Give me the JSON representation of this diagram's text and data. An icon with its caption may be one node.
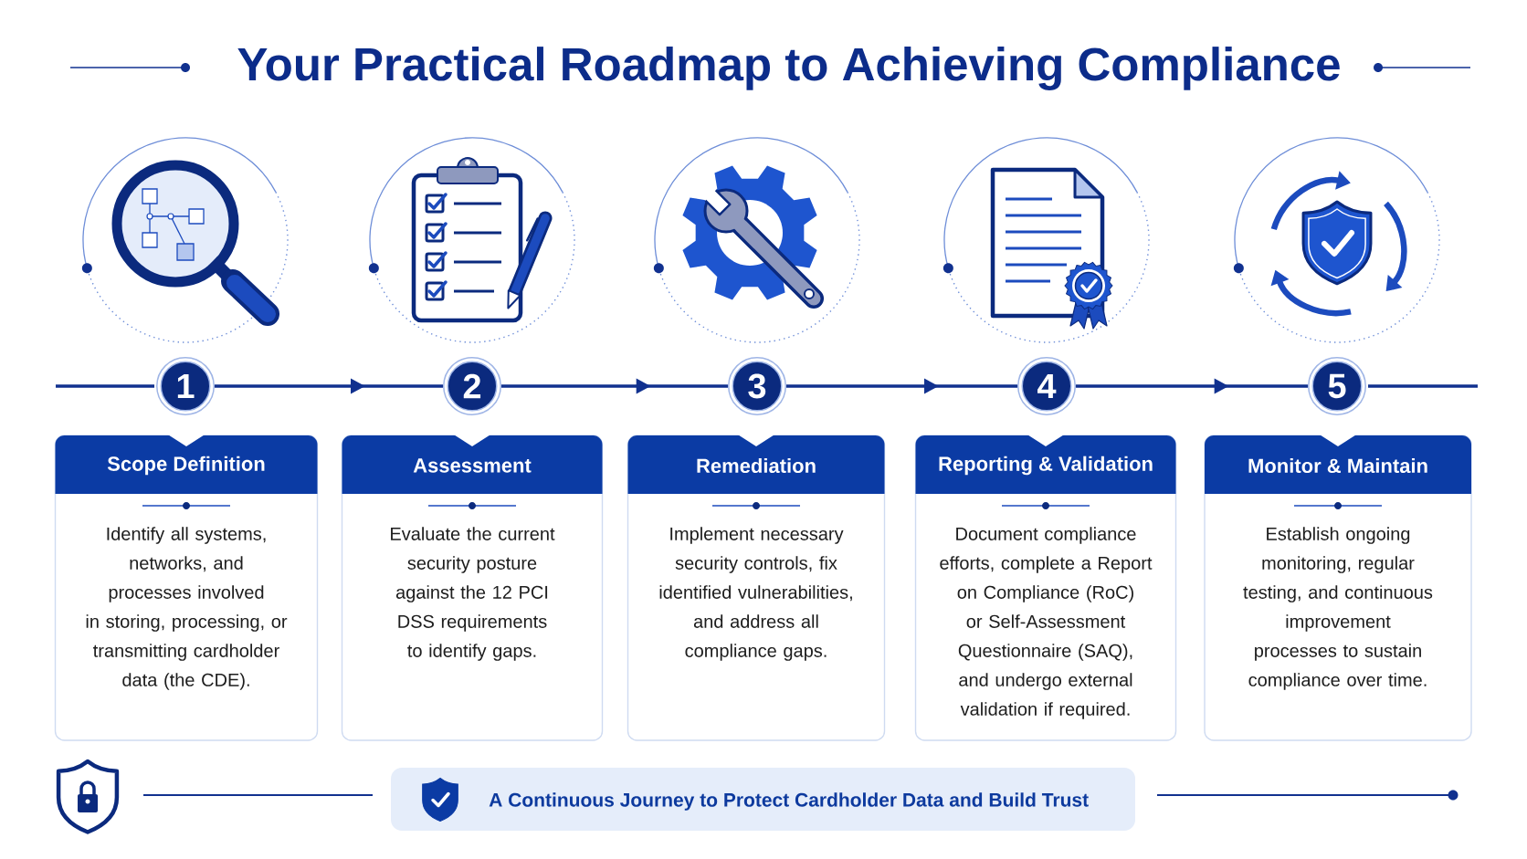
{
  "diagram": {
    "title": "Your Practical Roadmap to Achieving Compliance",
    "nodes": [
      {
        "text": [
          "1"
        ]
      },
      {
        "text": [
          "2"
        ]
      },
      {
        "text": [
          "3"
        ]
      },
      {
        "text": [
          "4"
        ]
      },
      {
        "text": [
          "5"
        ]
      },
      {
        "text": [
          "Scope Definition",
          "Identify all systems, networks, and processes involved in storing, processing, or transmitting cardholder data (the CDE)."
        ]
      },
      {
        "text": [
          "Assessment",
          "Evaluate the current security posture against the 12 PCI DSS requirements to identify gaps."
        ]
      },
      {
        "text": [
          "Remediation",
          "Implement necessary security controls, fix identified vulnerabilities, and address all compliance gaps."
        ]
      },
      {
        "text": [
          "Reporting & Validation",
          "Document compliance efforts, complete a Report on Compliance (RoC) or Self-Assessment Questionnaire (SAQ), and undergo external validation if required."
        ]
      },
      {
        "text": [
          "Monitor & Maintain",
          "Establish ongoing monitoring, regular testing, and continuous improvement processes to sustain compliance over time."
        ]
      },
      {
        "text": [
          "A Continuous Journey to Protect Cardholder Data and Build Trust"
        ]
      }
    ],
    "edges": [
      {
        "from": 0,
        "to": 1,
        "arrow": "to"
      },
      {
        "from": 1,
        "to": 2,
        "arrow": "to"
      },
      {
        "from": 2,
        "to": 3,
        "arrow": "to"
      },
      {
        "from": 3,
        "to": 4,
        "arrow": "to"
      }
    ]
  }
}
